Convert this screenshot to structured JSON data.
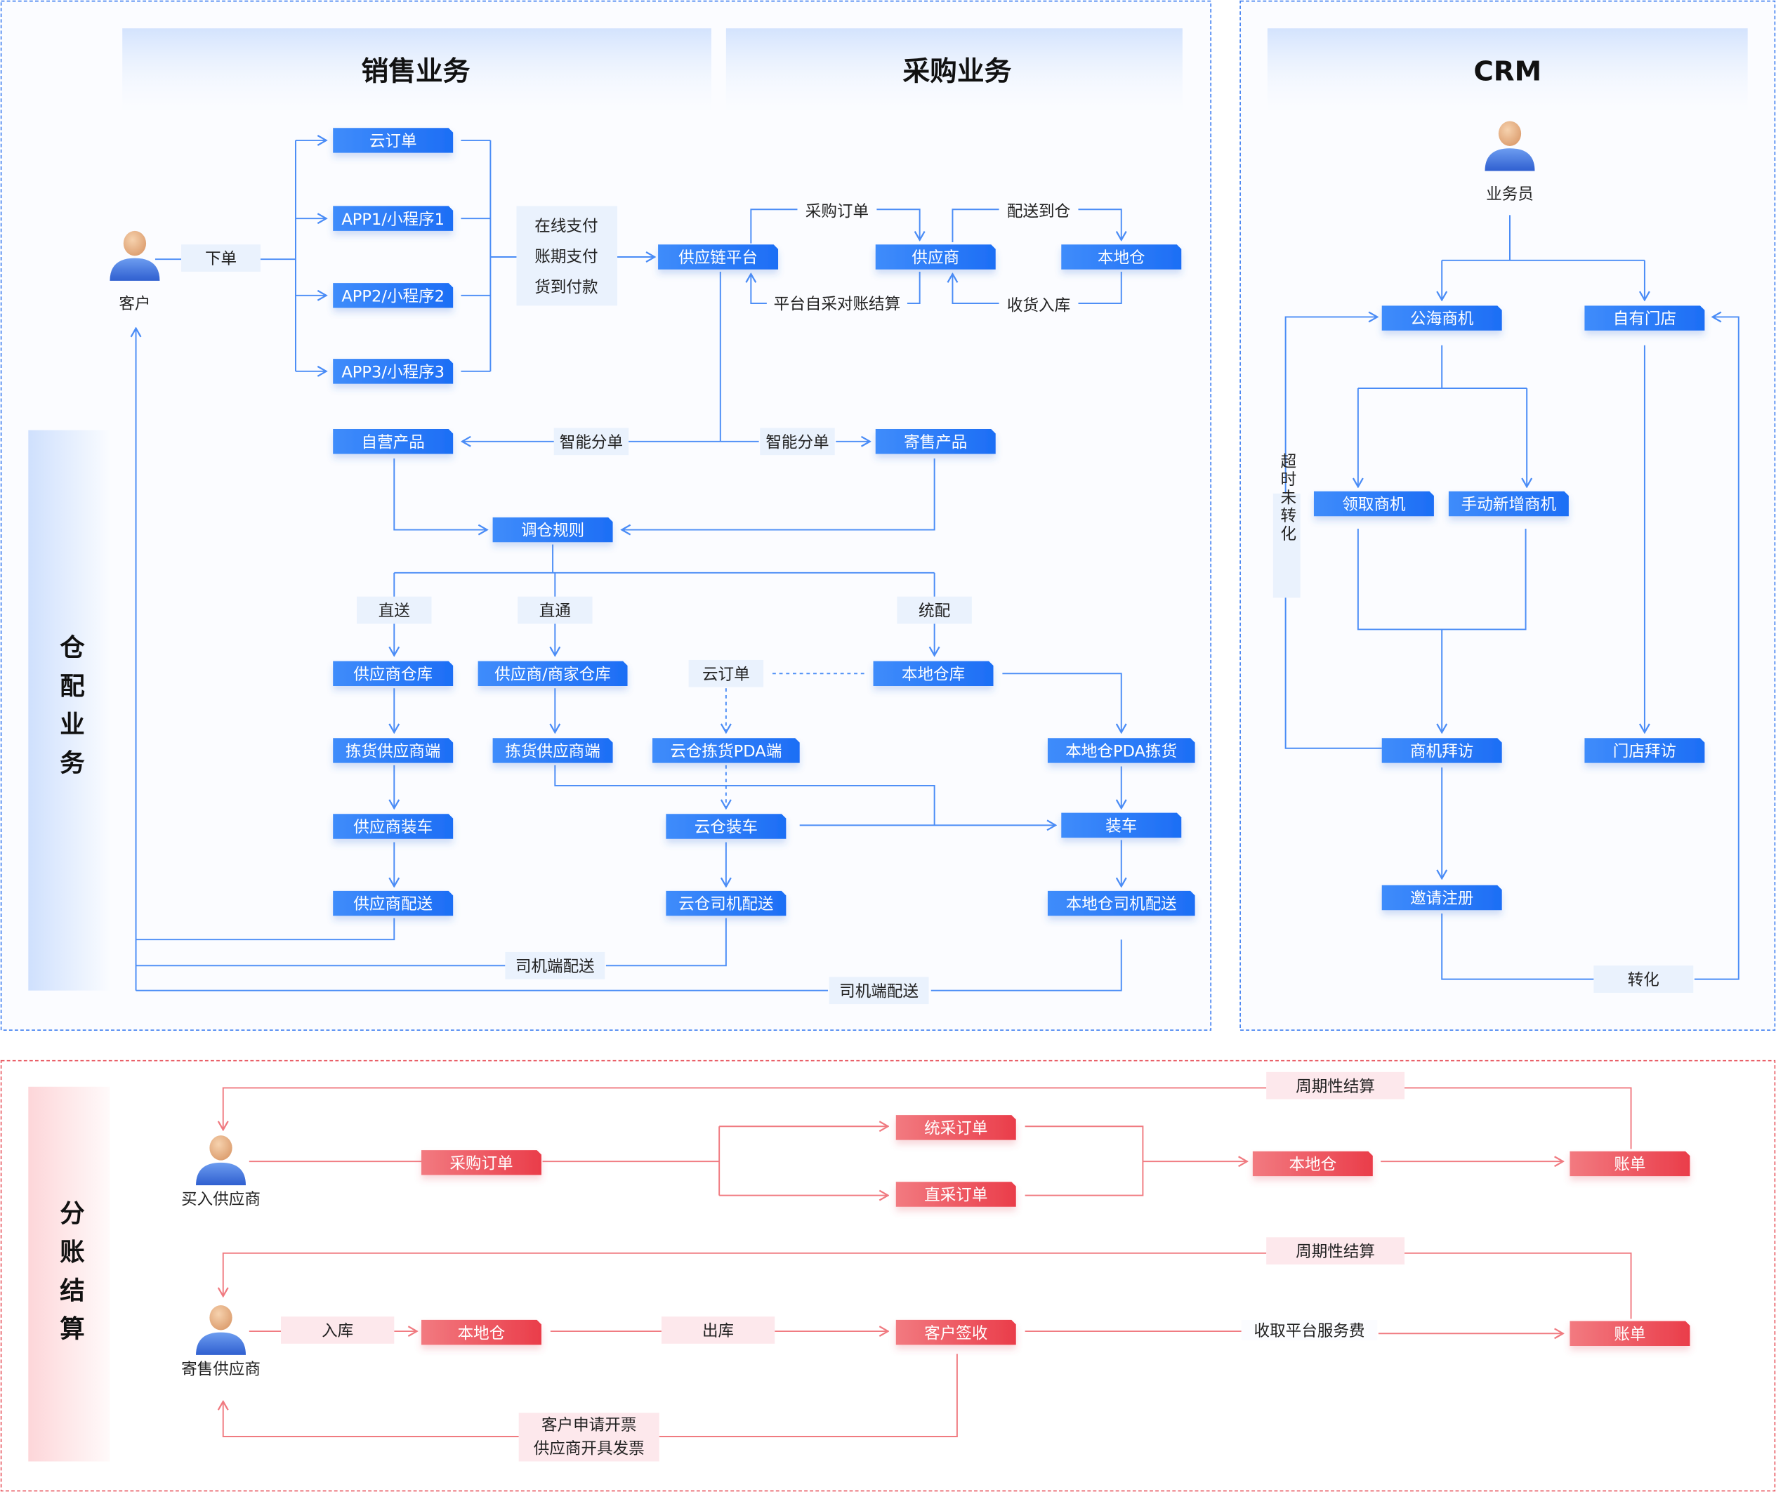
{
  "headers": {
    "sales": "销售业务",
    "purchase": "采购业务",
    "crm": "CRM",
    "warehouse": "仓配业务",
    "settlement": "分账结算"
  },
  "actors": {
    "customer": "客户",
    "salesperson": "业务员",
    "buy_supplier": "买入供应商",
    "consign_supplier": "寄售供应商"
  },
  "sales": {
    "place_order": "下单",
    "cloud_order": "云订单",
    "app1": "APP1/小程序1",
    "app2": "APP2/小程序2",
    "app3": "APP3/小程序3",
    "payments": [
      "在线支付",
      "账期支付",
      "货到付款"
    ],
    "supply_platform": "供应链平台",
    "self_product": "自营产品",
    "consign_product": "寄售产品",
    "smart_split_left": "智能分单",
    "smart_split_right": "智能分单"
  },
  "purchase": {
    "purchase_order": "采购订单",
    "supplier": "供应商",
    "local_wh": "本地仓",
    "platform_reconcile": "平台自采对账结算",
    "deliver_to_wh": "配送到仓",
    "receive_stock": "收货入库"
  },
  "warehouse": {
    "transfer_rule": "调仓规则",
    "direct_ship": "直送",
    "direct_through": "直通",
    "unified": "统配",
    "supplier_wh": "供应商仓库",
    "merchant_wh": "供应商/商家仓库",
    "cloud_order": "云订单",
    "local_store": "本地仓库",
    "pick_supplier_1": "拣货供应商端",
    "pick_supplier_2": "拣货供应商端",
    "cloud_pda": "云仓拣货PDA端",
    "local_pda": "本地仓PDA拣货",
    "supplier_load": "供应商装车",
    "cloud_load": "云仓装车",
    "load": "装车",
    "supplier_delivery": "供应商配送",
    "cloud_driver": "云仓司机配送",
    "local_driver": "本地仓司机配送",
    "driver_delivery_1": "司机端配送",
    "driver_delivery_2": "司机端配送"
  },
  "crm": {
    "public_leads": "公海商机",
    "own_stores": "自有门店",
    "claim_leads": "领取商机",
    "add_leads": "手动新增商机",
    "lead_visit": "商机拜访",
    "store_visit": "门店拜访",
    "invite_register": "邀请注册",
    "timeout": "超时未转化",
    "convert": "转化"
  },
  "settlement": {
    "purchase_order": "采购订单",
    "unified_order": "统采订单",
    "direct_order": "直采订单",
    "local_wh": "本地仓",
    "bill_1": "账单",
    "periodic_1": "周期性结算",
    "periodic_2": "周期性结算",
    "inbound": "入库",
    "local_wh_2": "本地仓",
    "outbound": "出库",
    "customer_sign": "客户签收",
    "service_fee": "收取平台服务费",
    "bill_2": "账单",
    "invoice": [
      "客户申请开票",
      "供应商开具发票"
    ]
  },
  "colors": {
    "blue": "#2b7bf8",
    "red": "#ee4a55",
    "blue_line": "#4a8cf6",
    "red_line": "#f07a80"
  }
}
